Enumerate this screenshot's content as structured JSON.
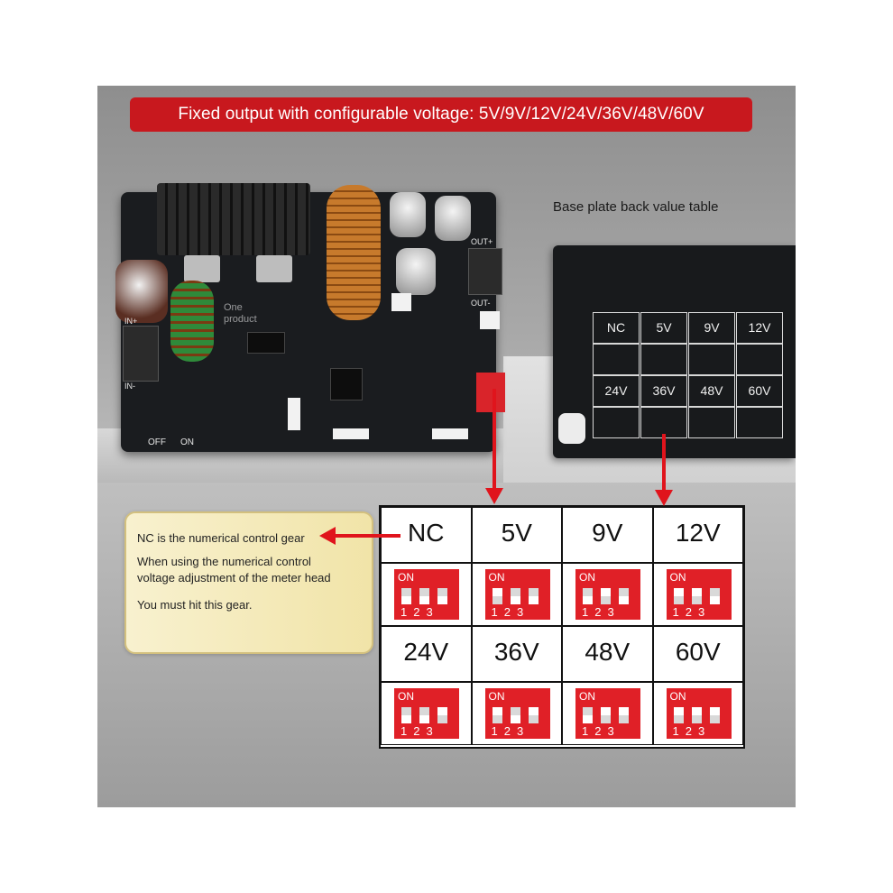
{
  "banner": {
    "text": "Fixed output with configurable voltage: 5V/9V/12V/24V/36V/48V/60V"
  },
  "back_plate": {
    "title": "Base plate back value table",
    "labels": [
      "NC",
      "5V",
      "9V",
      "12V",
      "24V",
      "36V",
      "48V",
      "60V"
    ]
  },
  "board": {
    "silkscreen": {
      "in_plus": "IN+",
      "in_minus": "IN-",
      "out_plus": "OUT+",
      "out_minus": "OUT-",
      "off": "OFF",
      "on": "ON",
      "watermark": "One product"
    }
  },
  "callout": {
    "line1": "NC is the numerical control gear",
    "line2": "When using the numerical control",
    "line3": "voltage adjustment of the meter head",
    "line4": "You must hit this gear."
  },
  "dip_table": {
    "on_label": "ON",
    "numbers": "123",
    "rows": [
      {
        "labels": [
          "NC",
          "5V",
          "9V",
          "12V"
        ]
      },
      {
        "labels": [
          "24V",
          "36V",
          "48V",
          "60V"
        ]
      }
    ]
  },
  "colors": {
    "banner": "#c8181e",
    "dip_red": "#e02027",
    "arrow_red": "#e0141c",
    "callout_bg": "#f3e8b4"
  }
}
